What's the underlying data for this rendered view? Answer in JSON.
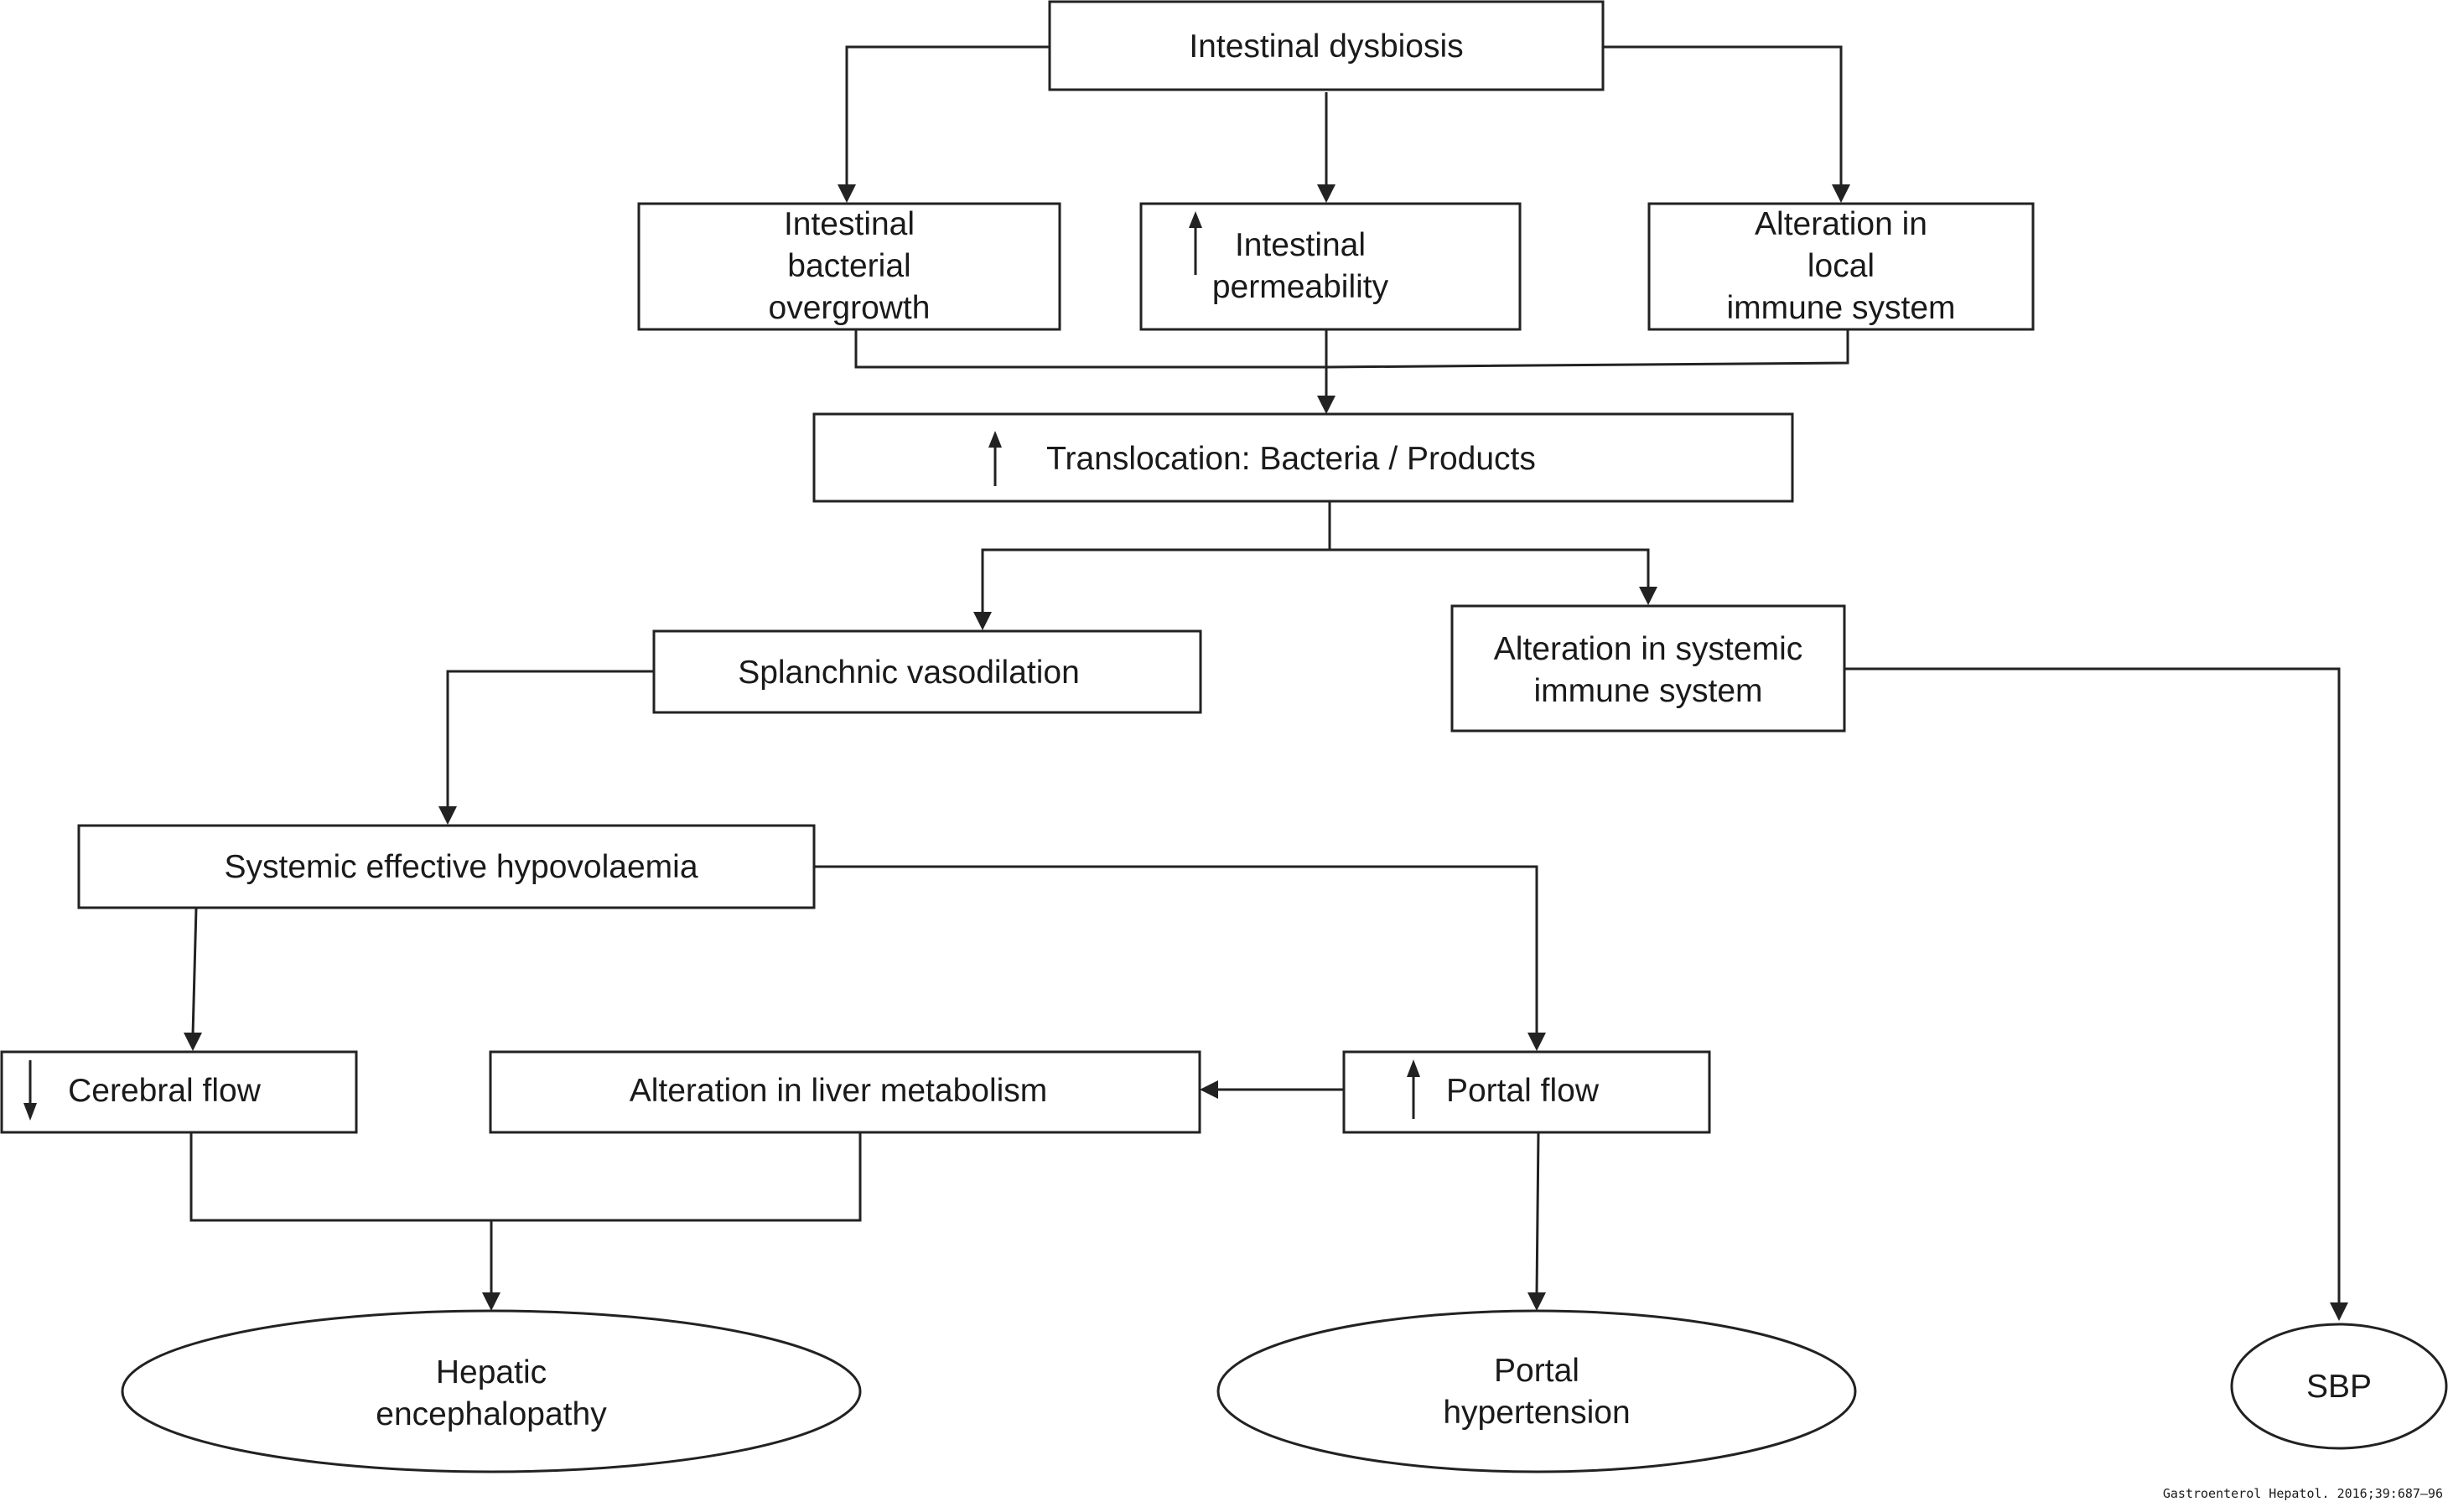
{
  "diagram": {
    "nodes": {
      "dysbiosis": {
        "lines": [
          "Intestinal dysbiosis"
        ]
      },
      "overgrowth": {
        "lines": [
          "Intestinal",
          "bacterial",
          "overgrowth"
        ]
      },
      "permeability": {
        "lines": [
          "Intestinal",
          "permeability"
        ],
        "indicator": "up"
      },
      "local_immune": {
        "lines": [
          "Alteration in",
          "local",
          "immune system"
        ]
      },
      "translocation": {
        "lines": [
          "Translocation: Bacteria / Products"
        ],
        "indicator": "up"
      },
      "splanchnic": {
        "lines": [
          "Splanchnic vasodilation"
        ]
      },
      "systemic_immune": {
        "lines": [
          "Alteration in systemic",
          "immune system"
        ]
      },
      "hypovolaemia": {
        "lines": [
          "Systemic effective hypovolaemia"
        ]
      },
      "cerebral": {
        "lines": [
          "Cerebral flow"
        ],
        "indicator": "down"
      },
      "liver_metabolism": {
        "lines": [
          "Alteration in liver metabolism"
        ]
      },
      "portal_flow": {
        "lines": [
          "Portal flow"
        ],
        "indicator": "up"
      },
      "encephalopathy": {
        "lines": [
          "Hepatic",
          "encephalopathy"
        ]
      },
      "portal_hypertension": {
        "lines": [
          "Portal",
          "hypertension"
        ]
      },
      "sbp": {
        "lines": [
          "SBP"
        ]
      }
    },
    "credit": "Gastroenterol Hepatol. 2016;39:687–96"
  },
  "colors": {
    "stroke": "#222222",
    "text": "#1a1a1a",
    "background": "#ffffff"
  }
}
